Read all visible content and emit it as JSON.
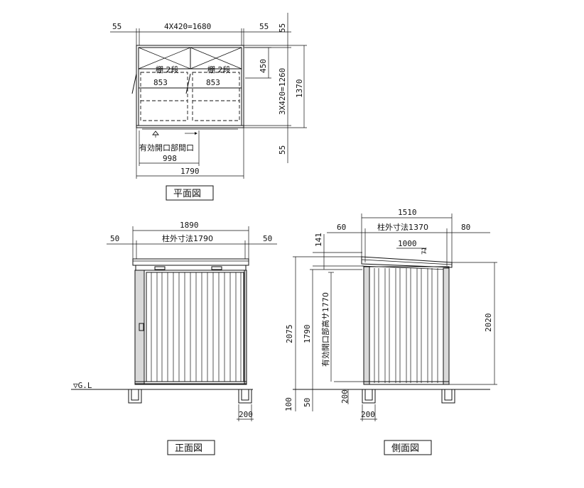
{
  "views": {
    "plan": {
      "label": "平面図",
      "dims": {
        "top_left": "55",
        "top_mid": "4X420=1680",
        "top_right": "55",
        "right_top": "55",
        "right_450": "450",
        "right_1260": "3X420=1260",
        "right_1370": "1370",
        "right_bottom": "55",
        "shelf_left": "棚 2段",
        "shelf_right": "棚 2段",
        "shelf_left_w": "853",
        "shelf_right_w": "853",
        "opening_label": "有効開口部間口",
        "opening_w": "998",
        "total_w": "1790"
      }
    },
    "front": {
      "label": "正面図",
      "dims": {
        "overall": "1890",
        "left_50": "50",
        "post_outer": "柱外寸法1790",
        "right_50": "50",
        "gl": "▽G.L",
        "base_200": "200"
      }
    },
    "side": {
      "label": "側面図",
      "dims": {
        "overall": "1510",
        "left_60": "60",
        "post_outer": "柱外寸法1370",
        "right_80": "80",
        "h_141": "141",
        "slope_1000": "1000",
        "slope_71": "71",
        "h_2075": "2075",
        "h_1790": "1790",
        "opening_h": "有効開口部高サ1770",
        "h_2020": "2020",
        "h_100": "100",
        "h_50": "50",
        "h_200": "200",
        "base_200": "200"
      }
    }
  }
}
